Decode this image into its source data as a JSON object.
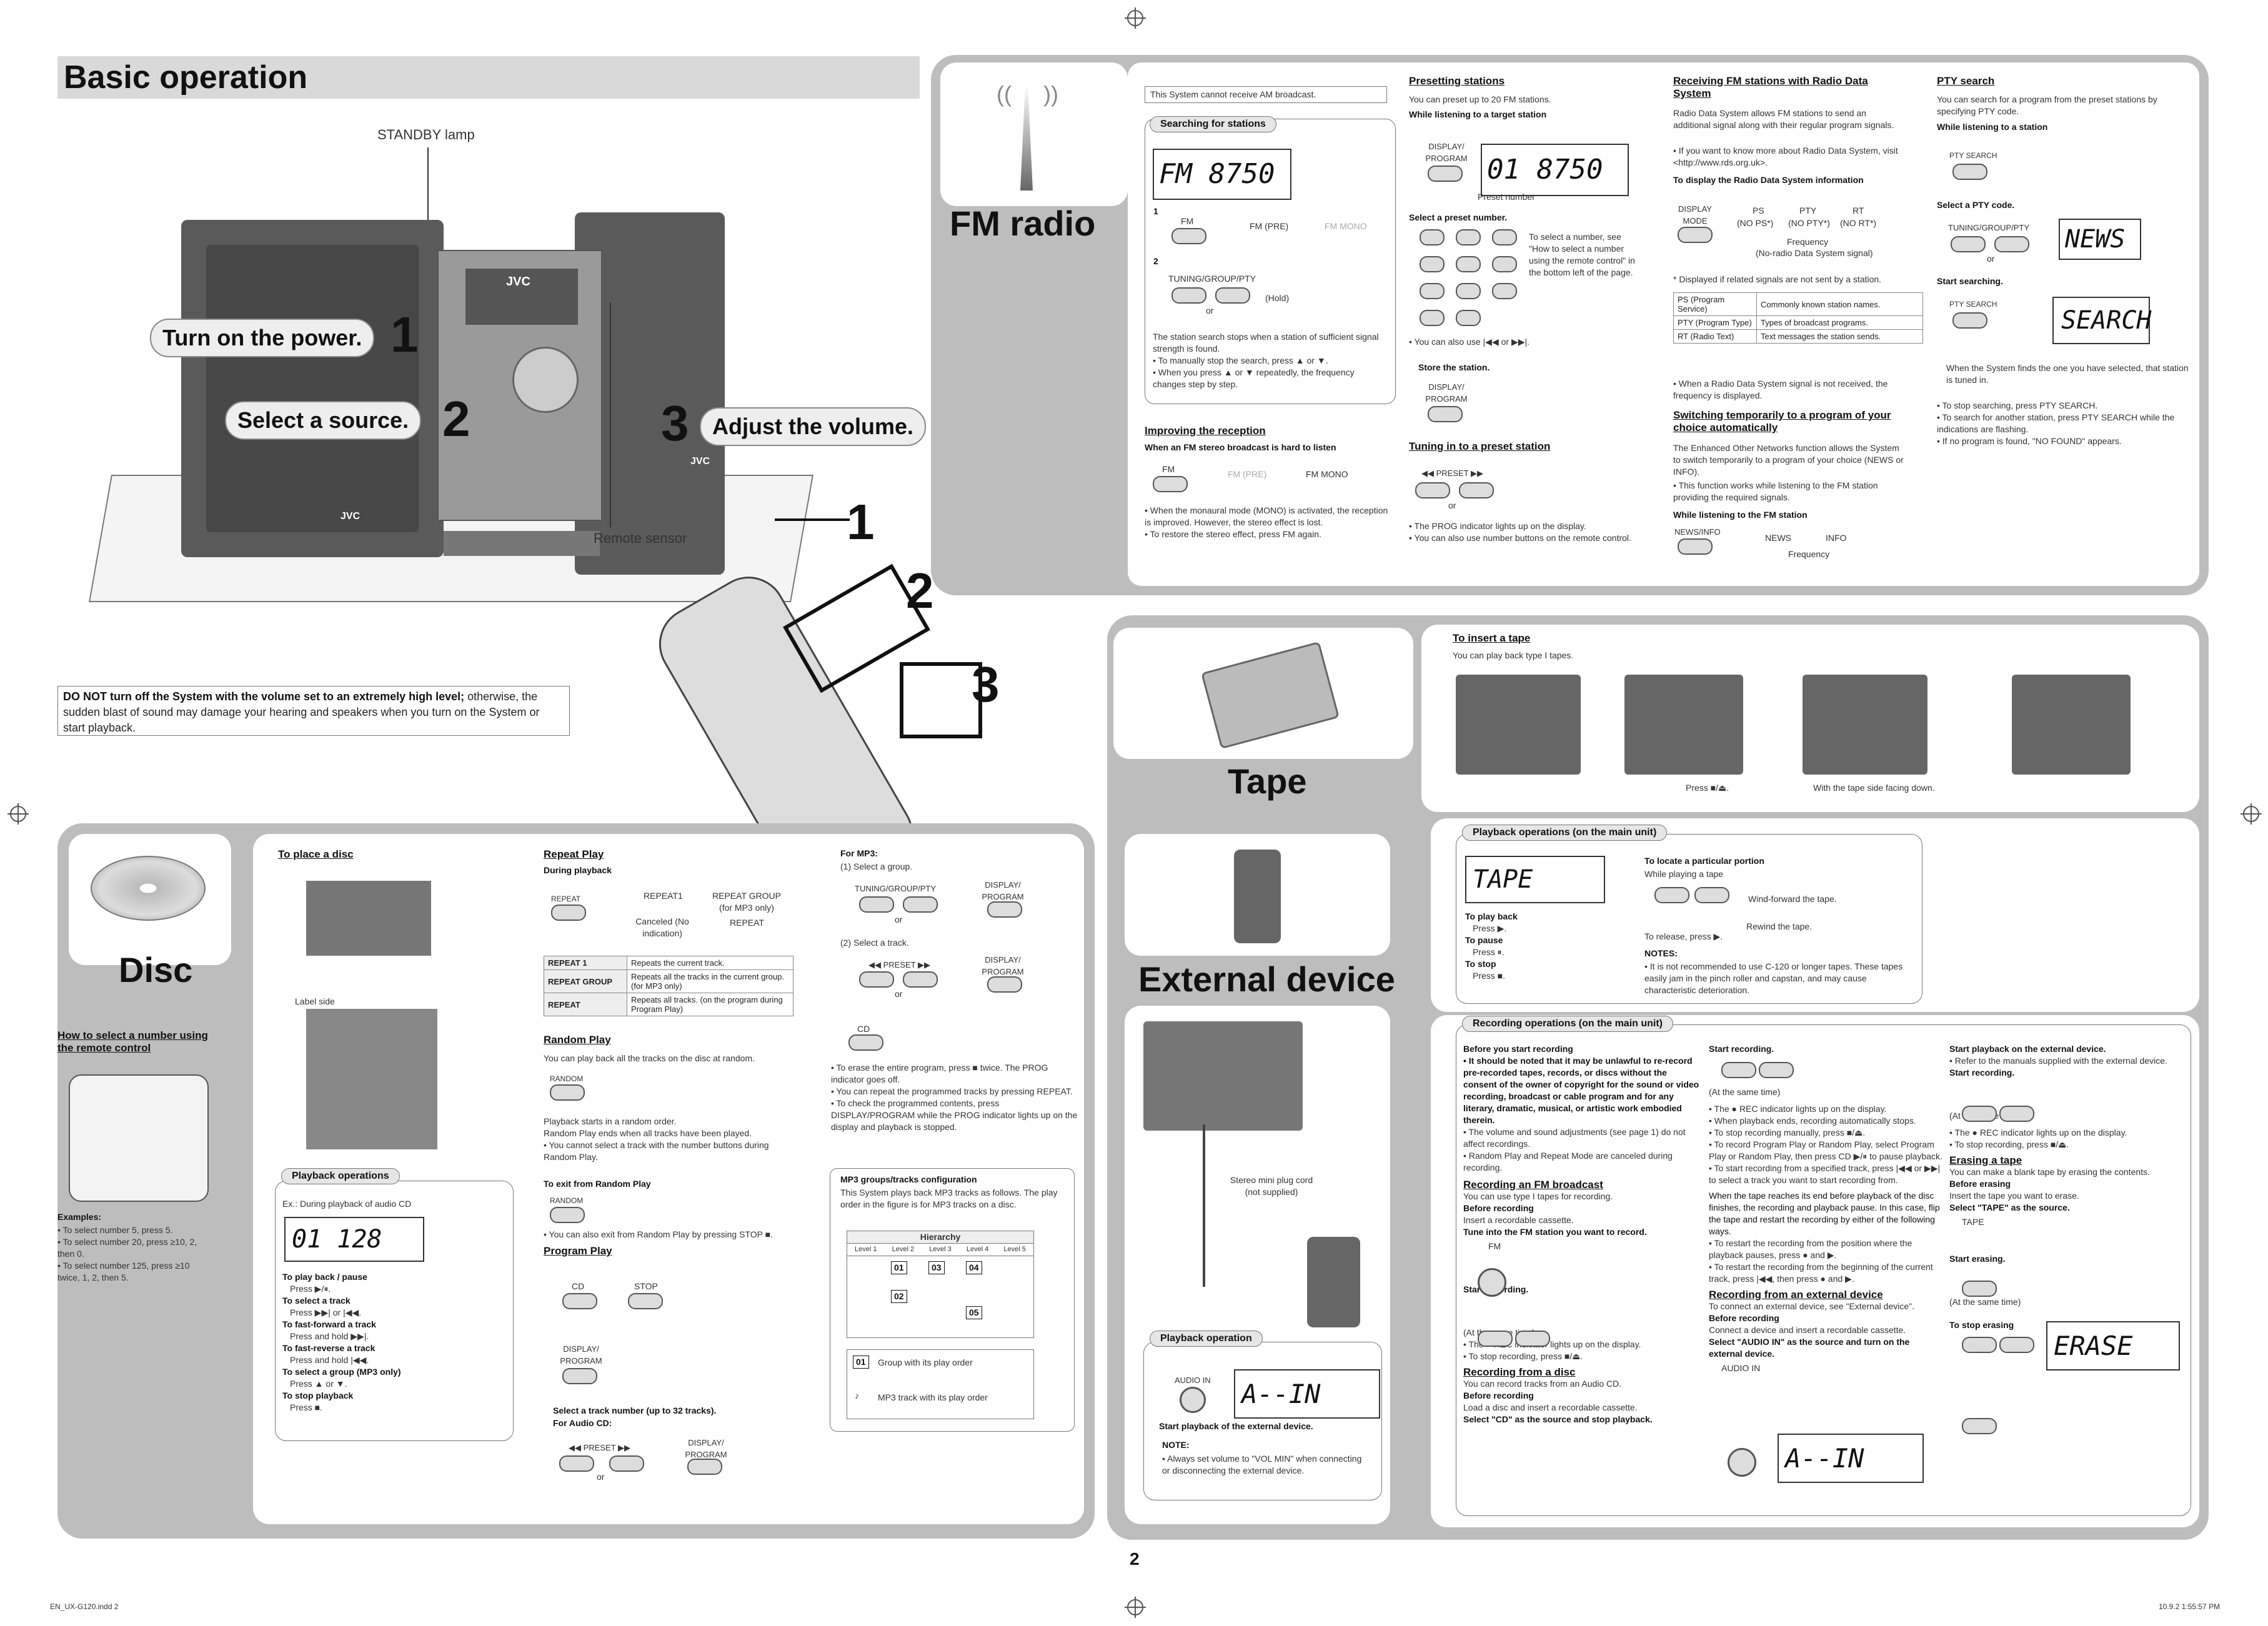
{
  "page": {
    "number": "2",
    "footer_left": "EN_UX-G120.indd   2",
    "footer_right": "10.9.2   1:55:57 PM"
  },
  "basic": {
    "title": "Basic operation",
    "standby_lamp": "STANDBY lamp",
    "remote_sensor": "Remote sensor",
    "step1": "Turn on the power.",
    "step2": "Select a source.",
    "step3": "Adjust the volume.",
    "n1": "1",
    "n2": "2",
    "n3": "3",
    "warning_bold": "DO NOT turn off the System with the volume set to an extremely high level;",
    "warning_rest": " otherwise, the sudden blast of sound may damage your hearing and speakers when you turn on the System or start playback.",
    "brand": "JVC"
  },
  "fm": {
    "title": "FM radio",
    "no_am": "This System cannot receive AM broadcast.",
    "searching_tag": "Searching for stations",
    "lcd1": "FM  8750",
    "s1": "1",
    "fm_btn": "FM",
    "fm_pre": "FM (PRE)",
    "fm_mono": "FM MONO",
    "s2": "2",
    "tuning": "TUNING/GROUP/PTY",
    "hold": "(Hold)",
    "or": "or",
    "search_stop": "The station search stops when a station of sufficient signal strength is found.",
    "manual": "• To manually stop the search, press ▲ or ▼.",
    "repeated": "• When you press ▲ or ▼ repeatedly, the frequency changes step by step.",
    "improving": "Improving the reception",
    "hard_listen": "When an FM stereo broadcast is hard to listen",
    "mono1": "• When the monaural mode (MONO) is activated, the reception is improved. However, the stereo effect is lost.",
    "mono2": "• To restore the stereo effect, press FM again.",
    "presetting": "Presetting stations",
    "preset_up": "You can preset up to 20 FM stations.",
    "while_target": "While listening to a target station",
    "display_program": "DISPLAY/ PROGRAM",
    "lcd2": "01  8750",
    "preset_number": "Preset number",
    "select_preset": "Select a preset number.",
    "select_hint": "To select a number, see \"How to select a number using the remote control\" in the bottom left of the page.",
    "also_use": "• You can also use |◀◀ or ▶▶|.",
    "store": "Store the station.",
    "tuning_preset": "Tuning in to a preset station",
    "preset_lbl": "◀◀ PRESET ▶▶",
    "prog_ind": "• The PROG indicator lights up on the display.",
    "num_buttons": "• You can also use number buttons on the remote control.",
    "rds_title": "Receiving FM stations with Radio Data System",
    "rds_desc": "Radio Data System allows FM stations to send an additional signal along with their regular program signals.",
    "rds_web": "• If you want to know more about Radio Data System, visit <http://www.rds.org.uk>.",
    "rds_display": "To display the Radio Data System information",
    "display_mode": "DISPLAY MODE",
    "ps": "PS",
    "pty": "PTY",
    "rt": "RT",
    "no_ps": "(NO PS*)",
    "no_pty": "(NO PTY*)",
    "no_rt": "(NO RT*)",
    "frequency": "Frequency",
    "no_rds": "(No-radio Data System signal)",
    "displayed_if": "* Displayed if related signals are not sent by a station.",
    "table": [
      [
        "PS (Program Service)",
        "Commonly known station names."
      ],
      [
        "PTY (Program Type)",
        "Types of broadcast programs."
      ],
      [
        "RT (Radio Text)",
        "Text messages the station sends."
      ]
    ],
    "rds_not": "• When a Radio Data System signal is not received, the frequency is displayed.",
    "switching": "Switching temporarily to a program of your choice automatically",
    "eon": "The Enhanced Other Networks function allows the System to switch temporarily to a program of your choice (NEWS or INFO).",
    "eon2": "• This function works while listening to the FM station providing the required signals.",
    "while_fm": "While listening to the FM station",
    "news_info": "NEWS/INFO",
    "news": "NEWS",
    "info": "INFO",
    "pty_search": "PTY search",
    "pty_desc": "You can search for a program from the preset stations by specifying PTY code.",
    "while_station": "While listening to a station",
    "pty_search_btn": "PTY SEARCH",
    "select_pty": "Select a PTY code.",
    "lcd_news": "NEWS",
    "start_search": "Start searching.",
    "lcd_search": "SEARCH",
    "found": "When the System finds the one you have selected, that station is tuned in.",
    "stop_search": "• To stop searching, press PTY SEARCH.",
    "another": "• To search for another station, press PTY SEARCH while the indications are flashing.",
    "not_found": "• If no program is found, \"NO FOUND\" appears."
  },
  "tape": {
    "title": "Tape",
    "insert": "To insert a tape",
    "type1": "You can play back type I tapes.",
    "press_eject": "Press ■/⏏.",
    "tape_side": "With the tape side facing down.",
    "playback_tag": "Playback operations (on the main unit)",
    "lcd_tape": "TAPE",
    "to_play": "To play back",
    "to_play_v": "Press ▶.",
    "to_pause": "To pause",
    "to_pause_v": "Press ⏸.",
    "to_stop": "To stop",
    "to_stop_v": "Press ■.",
    "locate": "To locate a particular portion",
    "while_playing": "While playing a tape",
    "wind_fwd": "Wind-forward the tape.",
    "rewind": "Rewind the tape.",
    "release": "To release, press ▶.",
    "notes": "NOTES:",
    "note1": "• It is not recommended to use C-120 or longer tapes. These tapes easily jam in the pinch roller and capstan, and may cause characteristic deterioration.",
    "recording_tag": "Recording operations (on the main unit)",
    "before_rec": "Before you start recording",
    "unlawful": "• It should be noted that it may be unlawful to re-record pre-recorded tapes, records, or discs without the consent of the owner of copyright for the sound or video recording, broadcast or cable program and for any literary, dramatic, musical, or artistic work embodied therein.",
    "vol_adj": "• The volume and sound adjustments (see page 1) do not affect recordings.",
    "random_cancel": "• Random Play and Repeat Mode are canceled during recording.",
    "rec_fm": "Recording an FM broadcast",
    "rec_fm_desc": "You can use type I tapes for recording.",
    "before_recording": "Before recording",
    "insert_rec": "Insert a recordable cassette.",
    "tune_fm": "Tune into the FM station you want to record.",
    "fm_btn": "FM",
    "start_rec": "Start recording.",
    "same_time": "(At the same time)",
    "rec_ind": "• The ● REC indicator lights up on the display.",
    "stop_rec": "• To stop recording, press ■/⏏.",
    "rec_disc": "Recording from a disc",
    "rec_disc_desc": "You can record tracks from an Audio CD.",
    "load_disc": "Load a disc and insert a recordable cassette.",
    "select_cd": "Select \"CD\" as the source and stop playback.",
    "playback_ends": "• When playback ends, recording automatically stops.",
    "stop_manual": "• To stop recording manually, press ■/⏏.",
    "rec_prog": "• To record Program Play or Random Play, select Program Play or Random Play, then press CD ▶/⏸ to pause playback.",
    "rec_track": "• To start recording from a specified track, press |◀◀ or ▶▶| to select a track you want to start recording from.",
    "end_side": "When the tape reaches its end before playback of the disc finishes, the recording and playback pause. In this case, flip the tape and restart the recording by either of the following ways.",
    "restart1": "• To restart the recording from the position where the playback pauses, press ● and ▶.",
    "restart2": "• To restart the recording from the beginning of the current track, press |◀◀, then press ● and ▶.",
    "rec_ext": "Recording from an external device",
    "rec_ext_desc": "To connect an external device, see \"External device\".",
    "connect_ext": "Connect a device and insert a recordable cassette.",
    "select_audio": "Select \"AUDIO IN\" as the source and turn on the external device.",
    "audio_in": "AUDIO IN",
    "lcd_ain": "A--IN",
    "start_playback_ext": "Start playback on the external device.",
    "refer_manuals": "• Refer to the manuals supplied with the external device.",
    "erasing": "Erasing a tape",
    "erasing_desc": "You can make a blank tape by erasing the contents.",
    "before_erasing": "Before erasing",
    "insert_erase": "Insert the tape you want to erase.",
    "select_tape": "Select \"TAPE\" as the source.",
    "tape_lbl": "TAPE",
    "start_erasing": "Start erasing.",
    "lcd_erase": "ERASE",
    "stop_erasing": "To stop erasing"
  },
  "ext": {
    "title": "External device",
    "cord": "Stereo mini plug cord (not supplied)",
    "playback_tag": "Playback operation",
    "audio_in": "AUDIO IN",
    "lcd": "A--IN",
    "start_ext": "Start playback of the external device.",
    "note": "NOTE:",
    "vol_min": "• Always set volume to \"VOL MIN\" when connecting or disconnecting the external device."
  },
  "disc": {
    "title": "Disc",
    "how_select": "How to select a number using the remote control",
    "examples": "Examples:",
    "ex1": "• To select number 5, press 5.",
    "ex2": "• To select number 20, press ≥10, 2, then 0.",
    "ex3": "• To select number 125, press ≥10 twice, 1, 2, then 5.",
    "place": "To place a disc",
    "label_side": "Label side",
    "playback_tag": "Playback operations",
    "ex_audio": "Ex.: During playback of audio CD",
    "lcd": "01  128",
    "play_pause": "To play back / pause",
    "play_pause_v": "Press ▶/⏸.",
    "sel_track": "To select a track",
    "sel_track_v": "Press ▶▶| or |◀◀.",
    "ff": "To fast-forward a track",
    "ff_v": "Press and hold ▶▶|.",
    "fr": "To fast-reverse a track",
    "fr_v": "Press and hold |◀◀.",
    "sel_group": "To select a group (MP3 only)",
    "sel_group_v": "Press ▲ or ▼.",
    "stop": "To stop playback",
    "stop_v": "Press ■.",
    "repeat": "Repeat Play",
    "during": "During playback",
    "repeat_btn": "REPEAT",
    "repeat1": "REPEAT1",
    "repeat_group": "REPEAT GROUP (for MP3 only)",
    "canceled": "Canceled (No indication)",
    "repeat_lbl": "REPEAT",
    "repeat_table": [
      [
        "REPEAT 1",
        "Repeats the current track."
      ],
      [
        "REPEAT GROUP",
        "Repeats all the tracks in the current group. (for MP3 only)"
      ],
      [
        "REPEAT",
        "Repeats all tracks. (on the program during Program Play)"
      ]
    ],
    "random": "Random Play",
    "random_desc": "You can play back all the tracks on the disc at random.",
    "random_btn": "RANDOM",
    "random_start": "Playback starts in a random order.",
    "random_end": "Random Play ends when all tracks have been played.",
    "random_note": "• You cannot select a track with the number buttons during Random Play.",
    "exit_random": "To exit from Random Play",
    "exit_stop": "• You can also exit from Random Play by pressing STOP ■.",
    "program": "Program Play",
    "cd": "CD",
    "stop_btn": "STOP",
    "display_program": "DISPLAY/ PROGRAM",
    "sel_up32": "Select a track number (up to 32 tracks).",
    "for_audio": "For Audio CD:",
    "preset": "◀◀ PRESET ▶▶",
    "or": "or",
    "for_mp3": "For MP3:",
    "mp3_1": "(1) Select a group.",
    "tuning": "TUNING/GROUP/PTY",
    "mp3_2": "(2) Select a track.",
    "s4_cd": "CD",
    "erase_prog": "• To erase the entire program, press ■ twice. The PROG indicator goes off.",
    "repeat_prog": "• You can repeat the programmed tracks by pressing REPEAT.",
    "check_prog": "• To check the programmed contents, press DISPLAY/PROGRAM while the PROG indicator lights up on the display and playback is stopped.",
    "mp3_config": "MP3 groups/tracks configuration",
    "mp3_config_desc": "This System plays back MP3 tracks as follows. The play order in the figure is for MP3 tracks on a disc.",
    "hierarchy": "Hierarchy",
    "levels": [
      "Level 1",
      "Level 2",
      "Level 3",
      "Level 4",
      "Level 5"
    ],
    "legend_group": "Group with its play order",
    "legend_track": "MP3 track with its play order",
    "g01": "01",
    "g02": "02",
    "g03": "03",
    "g04": "04",
    "g05": "05"
  }
}
